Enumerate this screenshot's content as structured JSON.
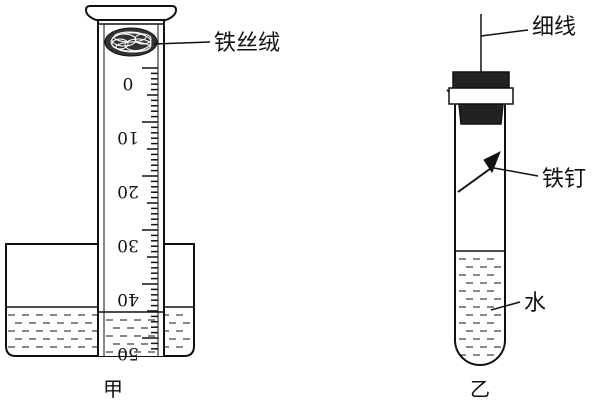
{
  "diagram": {
    "left": {
      "caption": "甲",
      "label_steel_wool": "铁丝绒",
      "scale_numbers": [
        "0",
        "10",
        "20",
        "30",
        "40",
        "50"
      ]
    },
    "right": {
      "caption": "乙",
      "label_string": "细线",
      "label_nail": "铁钉",
      "label_water": "水"
    }
  },
  "colors": {
    "ink": "#111111",
    "background": "#ffffff"
  }
}
